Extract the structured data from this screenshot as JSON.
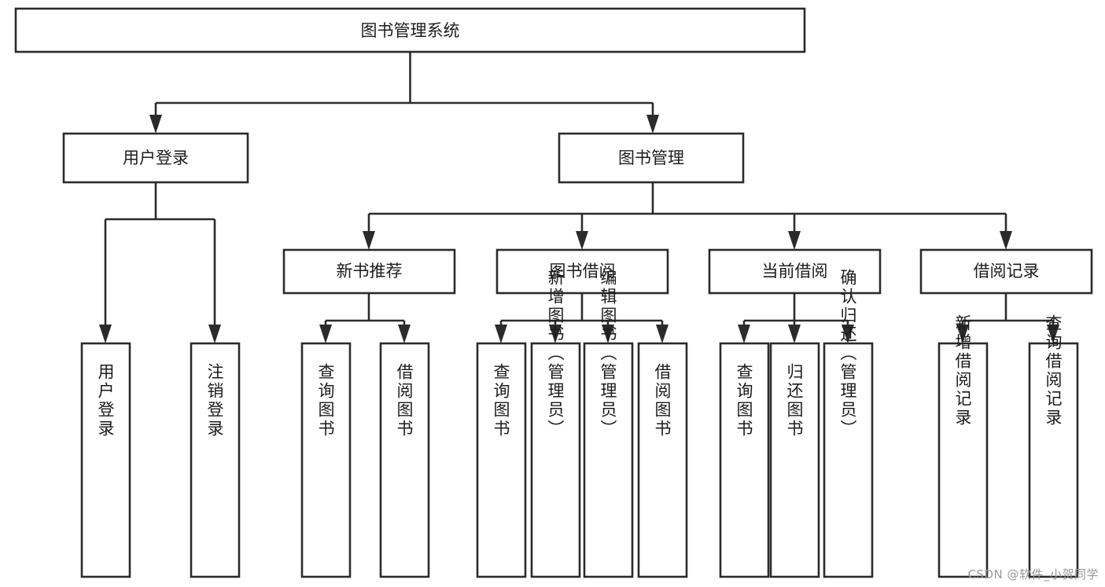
{
  "diagram": {
    "title": "图书管理系统",
    "type": "tree-hierarchy-chart",
    "root": {
      "id": "root",
      "label": "图书管理系统"
    },
    "level2": [
      {
        "id": "user-login",
        "label": "用户登录"
      },
      {
        "id": "book-management",
        "label": "图书管理"
      }
    ],
    "level3": [
      {
        "id": "new-book-recommend",
        "label": "新书推荐",
        "parent": "book-management"
      },
      {
        "id": "book-borrow",
        "label": "图书借阅",
        "parent": "book-management"
      },
      {
        "id": "current-borrow",
        "label": "当前借阅",
        "parent": "book-management"
      },
      {
        "id": "borrow-record",
        "label": "借阅记录",
        "parent": "book-management"
      }
    ],
    "leaves": [
      {
        "id": "leaf-user-login",
        "label": "用户登录",
        "parent": "user-login"
      },
      {
        "id": "leaf-logout-login",
        "label": "注销登录",
        "parent": "user-login"
      },
      {
        "id": "leaf-query-book-1",
        "label": "查询图书",
        "parent": "new-book-recommend"
      },
      {
        "id": "leaf-borrow-book-1",
        "label": "借阅图书",
        "parent": "new-book-recommend"
      },
      {
        "id": "leaf-query-book-2",
        "label": "查询图书",
        "parent": "book-borrow"
      },
      {
        "id": "leaf-add-book-admin",
        "label": "新增图书（管理员）",
        "parent": "book-borrow"
      },
      {
        "id": "leaf-edit-book-admin",
        "label": "编辑图书（管理员）",
        "parent": "book-borrow"
      },
      {
        "id": "leaf-borrow-book-2",
        "label": "借阅图书",
        "parent": "book-borrow"
      },
      {
        "id": "leaf-query-book-3",
        "label": "查询图书",
        "parent": "current-borrow"
      },
      {
        "id": "leaf-return-book",
        "label": "归还图书",
        "parent": "current-borrow"
      },
      {
        "id": "leaf-confirm-return-admin",
        "label": "确认归还（管理员）",
        "parent": "current-borrow"
      },
      {
        "id": "leaf-add-borrow-record",
        "label": "新增借阅记录",
        "parent": "borrow-record"
      },
      {
        "id": "leaf-query-borrow-record",
        "label": "查询借阅记录",
        "parent": "borrow-record"
      }
    ],
    "colors": {
      "box_stroke": "#2b2b2b",
      "box_fill": "#ffffff",
      "text": "#1c1c1c",
      "connector": "#2b2b2b",
      "background": "#ffffff",
      "watermark": "#9a9a9a"
    }
  },
  "watermark": {
    "text": "CSDN @软件_小贺同学"
  }
}
